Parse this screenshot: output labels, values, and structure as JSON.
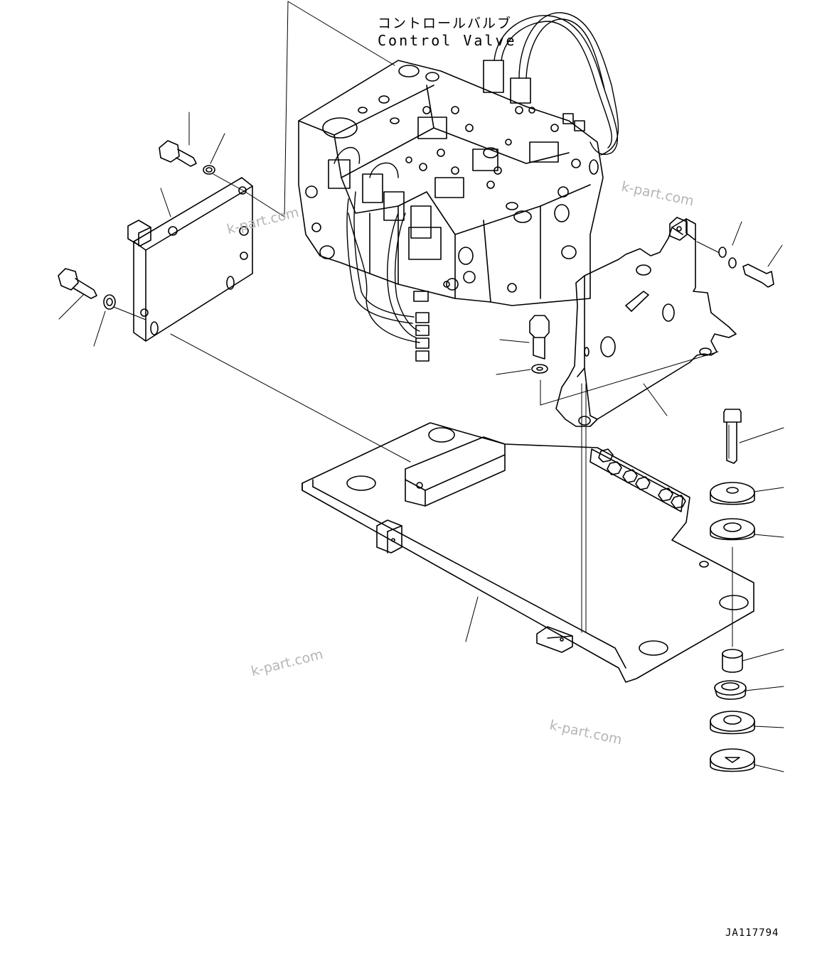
{
  "diagram": {
    "part_label_jp": "コントロールバルブ",
    "part_label_en": "Control Valve",
    "watermark_text": "k-part.com",
    "drawing_code": "JA117794"
  }
}
